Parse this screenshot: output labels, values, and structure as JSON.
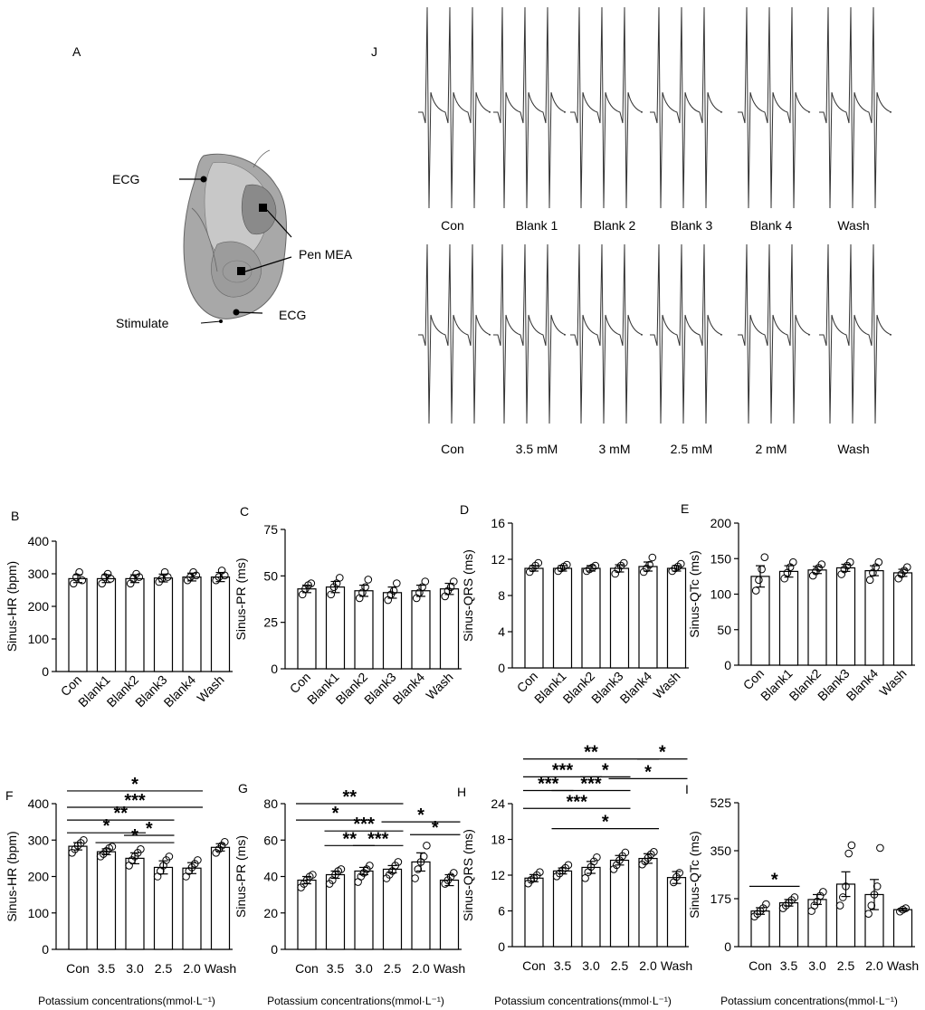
{
  "panel_letters": {
    "A": "A",
    "J": "J"
  },
  "heart_labels": {
    "ecg_top": "ECG",
    "pen_mea": "Pen MEA",
    "ecg_bottom": "ECG",
    "stimulate": "Stimulate"
  },
  "trace_labels_row1": [
    "Con",
    "Blank 1",
    "Blank 2",
    "Blank 3",
    "Blank 4",
    "Wash"
  ],
  "trace_labels_row2": [
    "Con",
    "3.5 mM",
    "3 mM",
    "2.5 mM",
    "2 mM",
    "Wash"
  ],
  "colors": {
    "bar_fill": "#ffffff",
    "stroke": "#000000",
    "trace": "#333333",
    "heart": "#9a9a9a"
  },
  "chart_data": [
    {
      "panel": "B",
      "type": "bar",
      "ylabel": "Sinus-HR (bpm)",
      "ylim": [
        0,
        400
      ],
      "yticks": [
        0,
        100,
        200,
        300,
        400
      ],
      "categories": [
        "Con",
        "Blank1",
        "Blank2",
        "Blank3",
        "Blank4",
        "Wash"
      ],
      "values": [
        285,
        285,
        285,
        287,
        290,
        290
      ],
      "errors": [
        12,
        12,
        12,
        12,
        12,
        14
      ],
      "points": [
        [
          270,
          290,
          305,
          280
        ],
        [
          270,
          290,
          300,
          285
        ],
        [
          270,
          285,
          300,
          290
        ],
        [
          275,
          285,
          305,
          290
        ],
        [
          280,
          290,
          305,
          295
        ],
        [
          280,
          290,
          310,
          295
        ]
      ],
      "significance": []
    },
    {
      "panel": "C",
      "type": "bar",
      "ylabel": "Sinus-PR (ms)",
      "ylim": [
        0,
        75
      ],
      "yticks": [
        0,
        25,
        50,
        75
      ],
      "categories": [
        "Con",
        "Blank1",
        "Blank2",
        "Blank3",
        "Blank4",
        "Wash"
      ],
      "values": [
        43,
        44,
        42,
        41,
        42,
        43
      ],
      "errors": [
        2,
        3,
        3,
        3,
        3,
        3
      ],
      "points": [
        [
          40,
          43,
          45,
          46
        ],
        [
          40,
          44,
          46,
          49
        ],
        [
          38,
          41,
          44,
          48
        ],
        [
          37,
          40,
          42,
          46
        ],
        [
          38,
          41,
          44,
          47
        ],
        [
          39,
          42,
          44,
          47
        ]
      ],
      "significance": []
    },
    {
      "panel": "D",
      "type": "bar",
      "ylabel": "Sinus-QRS (ms)",
      "ylim": [
        0,
        16
      ],
      "yticks": [
        0,
        4,
        8,
        12,
        16
      ],
      "categories": [
        "Con",
        "Blank1",
        "Blank2",
        "Blank3",
        "Blank4",
        "Wash"
      ],
      "values": [
        11,
        11,
        11,
        11,
        11.2,
        11
      ],
      "errors": [
        0.3,
        0.3,
        0.3,
        0.4,
        0.5,
        0.3
      ],
      "points": [
        [
          10.6,
          11,
          11.3,
          11.6
        ],
        [
          10.7,
          11,
          11.2,
          11.4
        ],
        [
          10.7,
          10.9,
          11.1,
          11.3
        ],
        [
          10.4,
          10.9,
          11.3,
          11.6
        ],
        [
          10.6,
          11,
          11.4,
          12.2
        ],
        [
          10.7,
          11,
          11.2,
          11.5
        ]
      ],
      "significance": []
    },
    {
      "panel": "E",
      "type": "bar",
      "ylabel": "Sinus-QTc (ms)",
      "ylim": [
        0,
        200
      ],
      "yticks": [
        0,
        50,
        100,
        150,
        200
      ],
      "categories": [
        "Con",
        "Blank1",
        "Blank2",
        "Blank3",
        "Blank4",
        "Wash"
      ],
      "values": [
        125,
        132,
        134,
        137,
        133,
        130
      ],
      "errors": [
        15,
        8,
        5,
        5,
        7,
        5
      ],
      "points": [
        [
          105,
          120,
          135,
          152
        ],
        [
          122,
          130,
          138,
          145
        ],
        [
          126,
          132,
          137,
          142
        ],
        [
          128,
          135,
          140,
          145
        ],
        [
          120,
          130,
          138,
          145
        ],
        [
          122,
          128,
          133,
          138
        ]
      ],
      "significance": []
    },
    {
      "panel": "F",
      "type": "bar",
      "ylabel": "Sinus-HR (bpm)",
      "xlabel": "Potassium concentrations(mmol·L⁻¹)",
      "ylim": [
        0,
        400
      ],
      "yticks": [
        0,
        100,
        200,
        300,
        400
      ],
      "categories": [
        "Con",
        "3.5",
        "3.0",
        "2.5",
        "2.0",
        "Wash"
      ],
      "values": [
        283,
        268,
        250,
        225,
        223,
        280
      ],
      "errors": [
        10,
        8,
        15,
        18,
        15,
        10
      ],
      "points": [
        [
          265,
          275,
          285,
          292,
          300
        ],
        [
          255,
          262,
          270,
          278,
          282
        ],
        [
          230,
          245,
          255,
          265,
          275
        ],
        [
          200,
          215,
          230,
          245,
          255
        ],
        [
          200,
          215,
          225,
          235,
          245
        ],
        [
          265,
          275,
          285,
          295
        ]
      ],
      "significance": [
        {
          "from": 0,
          "to": 4,
          "label": "*",
          "y": 435
        },
        {
          "from": 0,
          "to": 4,
          "label": "***",
          "y": 390
        },
        {
          "from": 0,
          "to": 3,
          "label": "**",
          "y": 355
        },
        {
          "from": 0,
          "to": 2,
          "label": "*",
          "y": 320
        },
        {
          "from": 2,
          "to": 3,
          "label": "*",
          "y": 313
        },
        {
          "from": 1,
          "to": 3,
          "label": "*",
          "y": 293
        }
      ]
    },
    {
      "panel": "G",
      "type": "bar",
      "ylabel": "Sinus-PR (ms)",
      "xlabel": "Potassium concentrations(mmol·L⁻¹)",
      "ylim": [
        0,
        80
      ],
      "yticks": [
        0,
        20,
        40,
        60,
        80
      ],
      "categories": [
        "Con",
        "3.5",
        "3.0",
        "2.5",
        "2.0",
        "Wash"
      ],
      "values": [
        38,
        41,
        43,
        44,
        48,
        38
      ],
      "errors": [
        2,
        2,
        2,
        2,
        5,
        3
      ],
      "points": [
        [
          34,
          36,
          38,
          40,
          41
        ],
        [
          36,
          38,
          41,
          43,
          44
        ],
        [
          37,
          40,
          42,
          44,
          46
        ],
        [
          39,
          41,
          43,
          46,
          48
        ],
        [
          39,
          44,
          48,
          51,
          57
        ],
        [
          36,
          38,
          40,
          42
        ]
      ],
      "significance": [
        {
          "from": 0,
          "to": 3,
          "label": "**",
          "y": 80
        },
        {
          "from": 0,
          "to": 2,
          "label": "*",
          "y": 71
        },
        {
          "from": 3,
          "to": 5,
          "label": "*",
          "y": 70
        },
        {
          "from": 1,
          "to": 3,
          "label": "***",
          "y": 65
        },
        {
          "from": 4,
          "to": 5,
          "label": "*",
          "y": 63
        },
        {
          "from": 1,
          "to": 2,
          "label": "**",
          "y": 57
        },
        {
          "from": 2,
          "to": 3,
          "label": "***",
          "y": 57
        }
      ]
    },
    {
      "panel": "H",
      "type": "bar",
      "ylabel": "Sinus-QRS (ms)",
      "xlabel": "Potassium concentrations(mmol·L⁻¹)",
      "ylim": [
        0,
        24
      ],
      "yticks": [
        0,
        6,
        12,
        18,
        24
      ],
      "categories": [
        "Con",
        "3.5",
        "3.0",
        "2.5",
        "2.0",
        "Wash"
      ],
      "values": [
        11.5,
        12.7,
        13.3,
        14.5,
        14.8,
        11.6
      ],
      "errors": [
        0.6,
        0.5,
        1.0,
        0.8,
        0.8,
        1.0
      ],
      "points": [
        [
          10.6,
          11.2,
          11.5,
          12,
          12.5
        ],
        [
          11.8,
          12.3,
          12.8,
          13.2,
          13.7
        ],
        [
          11.5,
          12.5,
          13.4,
          14.3,
          15
        ],
        [
          13,
          13.7,
          14.5,
          15.2,
          15.8
        ],
        [
          13.8,
          14.3,
          14.9,
          15.5,
          15.9
        ],
        [
          10.8,
          11.7,
          12.4
        ]
      ],
      "significance": [
        {
          "from": 0,
          "to": 4,
          "label": "**",
          "y": 31.5
        },
        {
          "from": 4,
          "to": 5,
          "label": "*",
          "y": 31.5
        },
        {
          "from": 0,
          "to": 2,
          "label": "***",
          "y": 28.5
        },
        {
          "from": 2,
          "to": 3,
          "label": "*",
          "y": 28.5
        },
        {
          "from": 3,
          "to": 5,
          "label": "*",
          "y": 28.2
        },
        {
          "from": 0,
          "to": 1,
          "label": "***",
          "y": 26.2
        },
        {
          "from": 1,
          "to": 3,
          "label": "***",
          "y": 26.2
        },
        {
          "from": 0,
          "to": 3,
          "label": "***",
          "y": 23.2
        },
        {
          "from": 1,
          "to": 4,
          "label": "*",
          "y": 19.8
        }
      ]
    },
    {
      "panel": "I",
      "type": "bar",
      "ylabel": "Sinus-QTc (ms)",
      "xlabel": "Potassium concentrations(mmol·L⁻¹)",
      "ylim": [
        0,
        525
      ],
      "yticks": [
        0,
        175,
        350,
        525
      ],
      "categories": [
        "Con",
        "3.5",
        "3.0",
        "2.5",
        "2.0",
        "Wash"
      ],
      "values": [
        130,
        160,
        172,
        228,
        190,
        135
      ],
      "errors": [
        12,
        12,
        18,
        45,
        55,
        5
      ],
      "points": [
        [
          110,
          120,
          130,
          140,
          155
        ],
        [
          140,
          150,
          160,
          170,
          180
        ],
        [
          130,
          150,
          165,
          185,
          200
        ],
        [
          150,
          180,
          220,
          340,
          370
        ],
        [
          120,
          150,
          190,
          220,
          360
        ],
        [
          128,
          135,
          140
        ]
      ],
      "significance": [
        {
          "from": 0,
          "to": 1,
          "label": "*",
          "y": 220
        }
      ]
    }
  ]
}
